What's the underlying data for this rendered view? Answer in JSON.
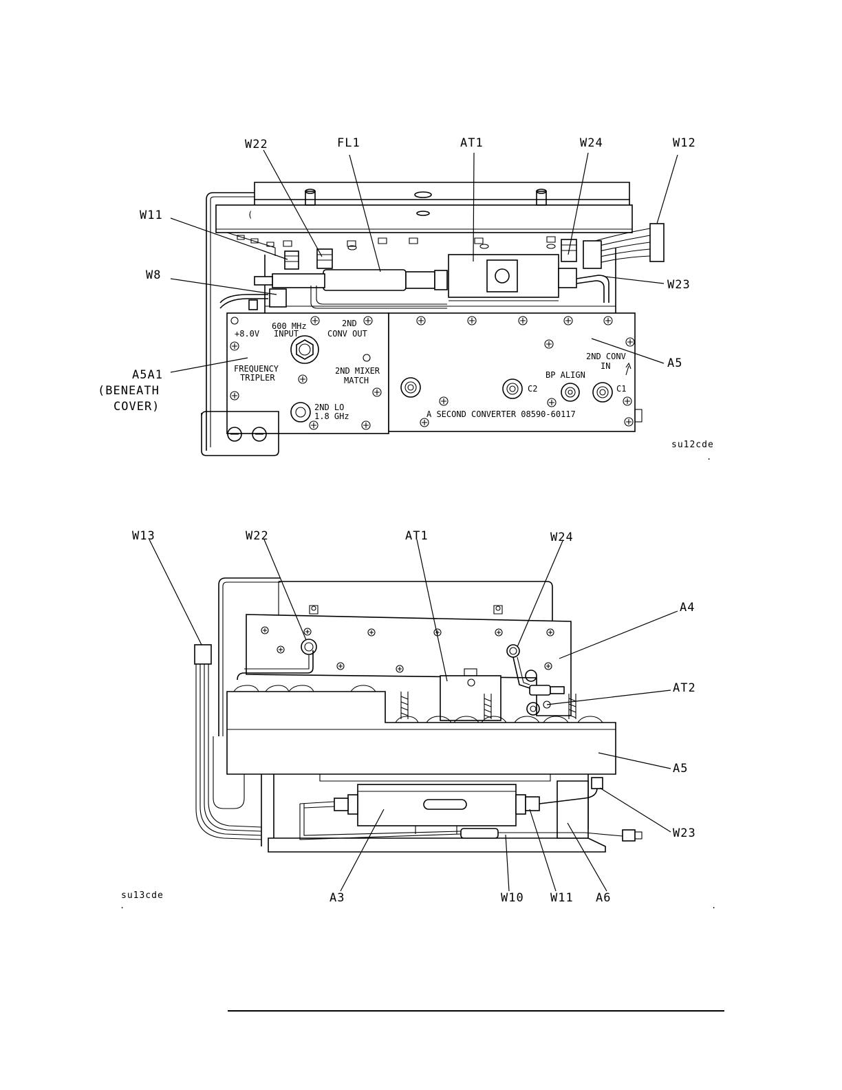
{
  "figure1": {
    "callouts": {
      "w22": "W22",
      "fl1": "FL1",
      "at1": "AT1",
      "w24": "W24",
      "w12": "W12",
      "w11": "W11",
      "w8": "W8",
      "w23": "W23",
      "a5": "A5",
      "a5a1_1": "A5A1",
      "a5a1_2": "(BENEATH",
      "a5a1_3": "COVER)"
    },
    "panel": {
      "v8": "+8.0V",
      "mhz600_1": "600 MHz",
      "mhz600_2": "INPUT",
      "conv_out_1": "2ND",
      "conv_out_2": "CONV OUT",
      "tripler_1": "FREQUENCY",
      "tripler_2": "TRIPLER",
      "mixer_1": "2ND MIXER",
      "mixer_2": "MATCH",
      "lo_1": "2ND LO",
      "lo_2": "1.8 GHz",
      "conv_in_1": "2ND CONV",
      "conv_in_2": "IN",
      "bp_align": "BP ALIGN",
      "c1": "C1",
      "c2": "C2",
      "nameplate": "A   SECOND CONVERTER 08590-60117"
    },
    "code": "su12cde"
  },
  "figure2": {
    "callouts": {
      "w13": "W13",
      "w22": "W22",
      "at1": "AT1",
      "w24": "W24",
      "a4": "A4",
      "at2": "AT2",
      "a5": "A5",
      "w23": "W23",
      "a3": "A3",
      "w10": "W10",
      "w11": "W11",
      "a6": "A6"
    },
    "code": "su13cde"
  }
}
